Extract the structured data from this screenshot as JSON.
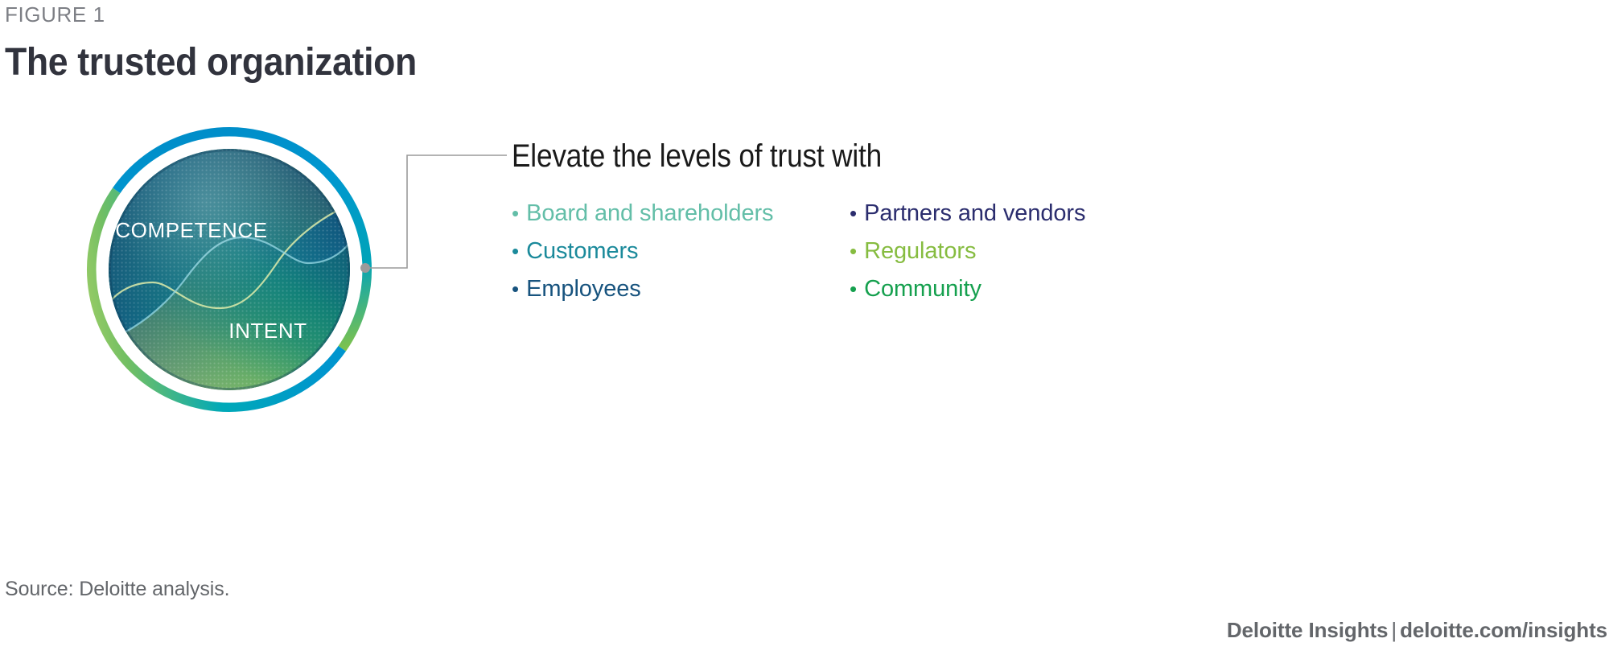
{
  "header": {
    "figure_label": "FIGURE 1",
    "title": "The trusted organization"
  },
  "diagram": {
    "name": "trusted-organization-circle",
    "segments": [
      {
        "id": "competence",
        "label": "COMPETENCE"
      },
      {
        "id": "intent",
        "label": "INTENT"
      }
    ],
    "ring_colors": {
      "yellow_green": "#B5CE3C",
      "cyan": "#0097D0",
      "teal": "#00A5B5",
      "light_lime": "#D3DE6A"
    },
    "fill_colors": {
      "deep_green": "#0C7B52",
      "teal": "#12889B",
      "navy": "#164A78",
      "lime": "#A3CE4E",
      "green": "#16A54C"
    }
  },
  "callout": {
    "heading": "Elevate the levels of trust with",
    "columns": [
      {
        "id": "left",
        "items": [
          {
            "label": "Board and shareholders",
            "color": "#63BEA8",
            "bullet_color": "#63BEA8"
          },
          {
            "label": "Customers",
            "color": "#1B8A9B",
            "bullet_color": "#1B8A9B"
          },
          {
            "label": "Employees",
            "color": "#17537E",
            "bullet_color": "#17537E"
          }
        ]
      },
      {
        "id": "right",
        "items": [
          {
            "label": "Partners and vendors",
            "color": "#2B2D6E",
            "bullet_color": "#2B2D6E"
          },
          {
            "label": "Regulators",
            "color": "#86BC40",
            "bullet_color": "#86BC40"
          },
          {
            "label": "Community",
            "color": "#15A04E",
            "bullet_color": "#15A04E"
          }
        ]
      }
    ],
    "bullet_glyph": "•"
  },
  "footer": {
    "source": "Source: Deloitte analysis.",
    "brand": "Deloitte Insights",
    "separator": "|",
    "site": "deloitte.com/insights"
  }
}
